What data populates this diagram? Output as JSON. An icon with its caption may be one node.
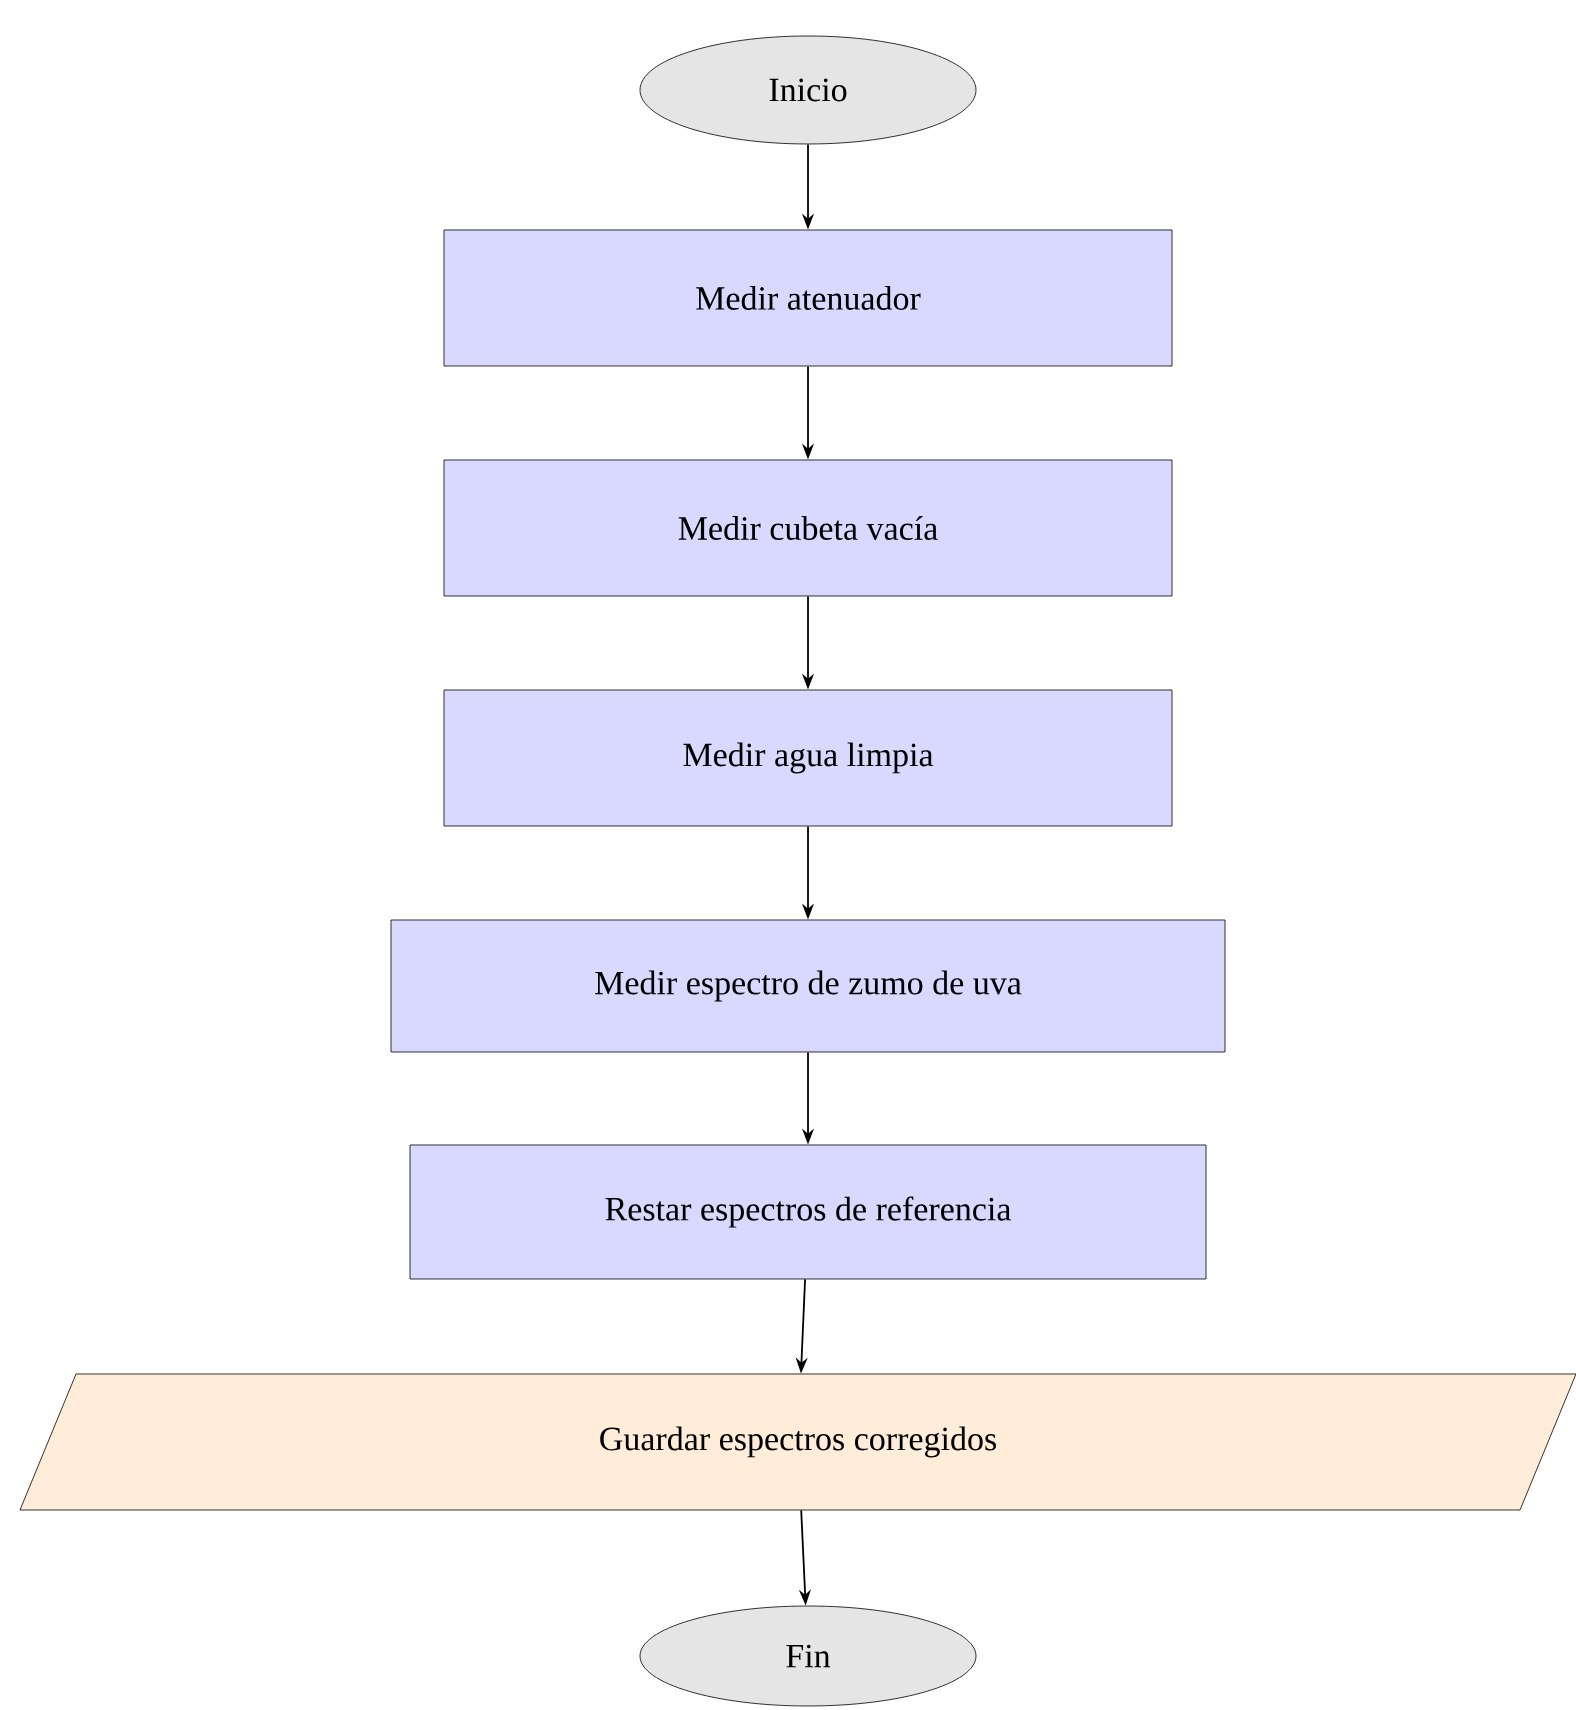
{
  "diagram": {
    "nodes": [
      {
        "text": [
          "Inicio"
        ]
      },
      {
        "text": [
          "Medir atenuador"
        ]
      },
      {
        "text": [
          "Medir cubeta vacía"
        ]
      },
      {
        "text": [
          "Medir agua limpia"
        ]
      },
      {
        "text": [
          "Medir espectro de zumo de uva"
        ]
      },
      {
        "text": [
          "Restar espectros de referencia"
        ]
      },
      {
        "text": [
          "Guardar espectros corregidos"
        ]
      },
      {
        "text": [
          "Fin"
        ]
      }
    ],
    "edges": [
      {
        "from": 0,
        "to": 1,
        "arrow": "to"
      },
      {
        "from": 1,
        "to": 2,
        "arrow": "to"
      },
      {
        "from": 2,
        "to": 3,
        "arrow": "to"
      },
      {
        "from": 3,
        "to": 4,
        "arrow": "to"
      },
      {
        "from": 4,
        "to": 5,
        "arrow": "to"
      },
      {
        "from": 5,
        "to": 6,
        "arrow": "to"
      },
      {
        "from": 6,
        "to": 7,
        "arrow": "to"
      }
    ]
  }
}
